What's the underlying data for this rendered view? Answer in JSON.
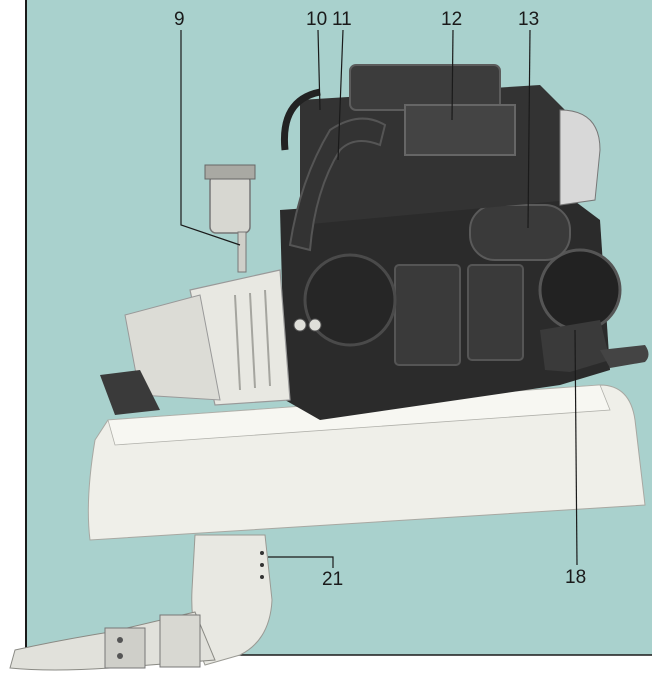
{
  "colors": {
    "background_panel": "#a9d1cd",
    "engine": "#2b2b2b",
    "housing": "#efefe9",
    "leader": "#1a1a1a"
  },
  "callouts": [
    {
      "id": "9",
      "label": "9"
    },
    {
      "id": "10",
      "label": "10"
    },
    {
      "id": "11",
      "label": "11"
    },
    {
      "id": "12",
      "label": "12"
    },
    {
      "id": "13",
      "label": "13"
    },
    {
      "id": "18",
      "label": "18"
    },
    {
      "id": "21",
      "label": "21"
    }
  ]
}
